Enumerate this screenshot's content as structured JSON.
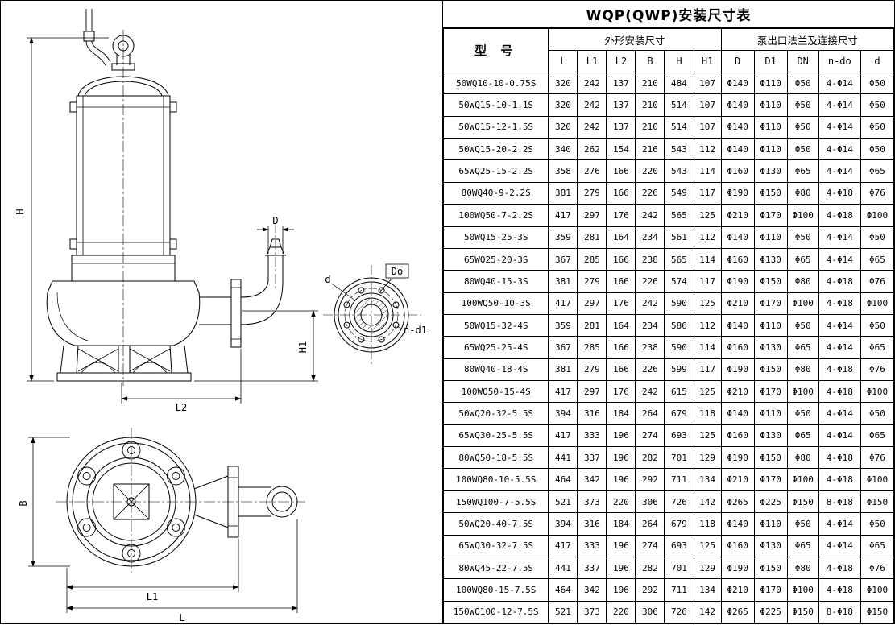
{
  "title": "WQP(QWP)安装尺寸表",
  "table": {
    "model_header": "型 号",
    "group1_header": "外形安装尺寸",
    "group2_header": "泵出口法兰及连接尺寸",
    "columns": [
      "L",
      "L1",
      "L2",
      "B",
      "H",
      "H1",
      "D",
      "D1",
      "DN",
      "n-do",
      "d"
    ],
    "rows": [
      {
        "model": "50WQ10-10-0.75S",
        "values": [
          "320",
          "242",
          "137",
          "210",
          "484",
          "107",
          "Φ140",
          "Φ110",
          "Φ50",
          "4-Φ14",
          "Φ50"
        ]
      },
      {
        "model": "50WQ15-10-1.1S",
        "values": [
          "320",
          "242",
          "137",
          "210",
          "514",
          "107",
          "Φ140",
          "Φ110",
          "Φ50",
          "4-Φ14",
          "Φ50"
        ]
      },
      {
        "model": "50WQ15-12-1.5S",
        "values": [
          "320",
          "242",
          "137",
          "210",
          "514",
          "107",
          "Φ140",
          "Φ110",
          "Φ50",
          "4-Φ14",
          "Φ50"
        ]
      },
      {
        "model": "50WQ15-20-2.2S",
        "values": [
          "340",
          "262",
          "154",
          "216",
          "543",
          "112",
          "Φ140",
          "Φ110",
          "Φ50",
          "4-Φ14",
          "Φ50"
        ]
      },
      {
        "model": "65WQ25-15-2.2S",
        "values": [
          "358",
          "276",
          "166",
          "220",
          "543",
          "114",
          "Φ160",
          "Φ130",
          "Φ65",
          "4-Φ14",
          "Φ65"
        ]
      },
      {
        "model": "80WQ40-9-2.2S",
        "values": [
          "381",
          "279",
          "166",
          "226",
          "549",
          "117",
          "Φ190",
          "Φ150",
          "Φ80",
          "4-Φ18",
          "Φ76"
        ]
      },
      {
        "model": "100WQ50-7-2.2S",
        "values": [
          "417",
          "297",
          "176",
          "242",
          "565",
          "125",
          "Φ210",
          "Φ170",
          "Φ100",
          "4-Φ18",
          "Φ100"
        ]
      },
      {
        "model": "50WQ15-25-3S",
        "values": [
          "359",
          "281",
          "164",
          "234",
          "561",
          "112",
          "Φ140",
          "Φ110",
          "Φ50",
          "4-Φ14",
          "Φ50"
        ]
      },
      {
        "model": "65WQ25-20-3S",
        "values": [
          "367",
          "285",
          "166",
          "238",
          "565",
          "114",
          "Φ160",
          "Φ130",
          "Φ65",
          "4-Φ14",
          "Φ65"
        ]
      },
      {
        "model": "80WQ40-15-3S",
        "values": [
          "381",
          "279",
          "166",
          "226",
          "574",
          "117",
          "Φ190",
          "Φ150",
          "Φ80",
          "4-Φ18",
          "Φ76"
        ]
      },
      {
        "model": "100WQ50-10-3S",
        "values": [
          "417",
          "297",
          "176",
          "242",
          "590",
          "125",
          "Φ210",
          "Φ170",
          "Φ100",
          "4-Φ18",
          "Φ100"
        ]
      },
      {
        "model": "50WQ15-32-4S",
        "values": [
          "359",
          "281",
          "164",
          "234",
          "586",
          "112",
          "Φ140",
          "Φ110",
          "Φ50",
          "4-Φ14",
          "Φ50"
        ]
      },
      {
        "model": "65WQ25-25-4S",
        "values": [
          "367",
          "285",
          "166",
          "238",
          "590",
          "114",
          "Φ160",
          "Φ130",
          "Φ65",
          "4-Φ14",
          "Φ65"
        ]
      },
      {
        "model": "80WQ40-18-4S",
        "values": [
          "381",
          "279",
          "166",
          "226",
          "599",
          "117",
          "Φ190",
          "Φ150",
          "Φ80",
          "4-Φ18",
          "Φ76"
        ]
      },
      {
        "model": "100WQ50-15-4S",
        "values": [
          "417",
          "297",
          "176",
          "242",
          "615",
          "125",
          "Φ210",
          "Φ170",
          "Φ100",
          "4-Φ18",
          "Φ100"
        ]
      },
      {
        "model": "50WQ20-32-5.5S",
        "values": [
          "394",
          "316",
          "184",
          "264",
          "679",
          "118",
          "Φ140",
          "Φ110",
          "Φ50",
          "4-Φ14",
          "Φ50"
        ]
      },
      {
        "model": "65WQ30-25-5.5S",
        "values": [
          "417",
          "333",
          "196",
          "274",
          "693",
          "125",
          "Φ160",
          "Φ130",
          "Φ65",
          "4-Φ14",
          "Φ65"
        ]
      },
      {
        "model": "80WQ50-18-5.5S",
        "values": [
          "441",
          "337",
          "196",
          "282",
          "701",
          "129",
          "Φ190",
          "Φ150",
          "Φ80",
          "4-Φ18",
          "Φ76"
        ]
      },
      {
        "model": "100WQ80-10-5.5S",
        "values": [
          "464",
          "342",
          "196",
          "292",
          "711",
          "134",
          "Φ210",
          "Φ170",
          "Φ100",
          "4-Φ18",
          "Φ100"
        ]
      },
      {
        "model": "150WQ100-7-5.5S",
        "values": [
          "521",
          "373",
          "220",
          "306",
          "726",
          "142",
          "Φ265",
          "Φ225",
          "Φ150",
          "8-Φ18",
          "Φ150"
        ]
      },
      {
        "model": "50WQ20-40-7.5S",
        "values": [
          "394",
          "316",
          "184",
          "264",
          "679",
          "118",
          "Φ140",
          "Φ110",
          "Φ50",
          "4-Φ14",
          "Φ50"
        ]
      },
      {
        "model": "65WQ30-32-7.5S",
        "values": [
          "417",
          "333",
          "196",
          "274",
          "693",
          "125",
          "Φ160",
          "Φ130",
          "Φ65",
          "4-Φ14",
          "Φ65"
        ]
      },
      {
        "model": "80WQ45-22-7.5S",
        "values": [
          "441",
          "337",
          "196",
          "282",
          "701",
          "129",
          "Φ190",
          "Φ150",
          "Φ80",
          "4-Φ18",
          "Φ76"
        ]
      },
      {
        "model": "100WQ80-15-7.5S",
        "values": [
          "464",
          "342",
          "196",
          "292",
          "711",
          "134",
          "Φ210",
          "Φ170",
          "Φ100",
          "4-Φ18",
          "Φ100"
        ]
      },
      {
        "model": "150WQ100-12-7.5S",
        "values": [
          "521",
          "373",
          "220",
          "306",
          "726",
          "142",
          "Φ265",
          "Φ225",
          "Φ150",
          "8-Φ18",
          "Φ150"
        ]
      }
    ]
  },
  "drawing": {
    "labels": {
      "h": "H",
      "d_pipe": "D",
      "h1": "H1",
      "l2": "L2",
      "d_small": "d",
      "do": "Do",
      "n_d1": "n-d1",
      "b": "B",
      "l1": "L1",
      "l": "L"
    }
  }
}
